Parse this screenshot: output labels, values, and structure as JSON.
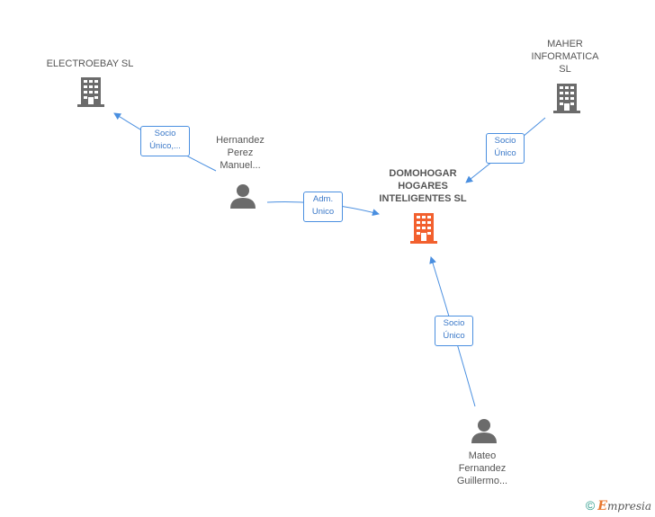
{
  "nodes": {
    "electroebay": {
      "label": "ELECTROEBAY SL",
      "kind": "company"
    },
    "maher": {
      "label": "MAHER\nINFORMATICA\nSL",
      "kind": "company"
    },
    "domohogar": {
      "label": "DOMOHOGAR\nHOGARES\nINTELIGENTES SL",
      "kind": "company-main"
    },
    "hernandez": {
      "label": "Hernandez\nPerez\nManuel...",
      "kind": "person"
    },
    "mateo": {
      "label": "Mateo\nFernandez\nGuillermo...",
      "kind": "person"
    }
  },
  "edges": {
    "hernandez_electroebay": "Socio\nÚnico,...",
    "maher_domohogar": "Socio\nÚnico",
    "hernandez_domohogar": "Adm.\nUnico",
    "mateo_domohogar": "Socio\nÚnico"
  },
  "colors": {
    "edge": "#4a8fe0",
    "company_icon": "#6b6b6b",
    "main_company_icon": "#f2602e",
    "person_icon": "#6b6b6b"
  },
  "footer": {
    "copyright": "©",
    "brand_initial": "E",
    "brand_rest": "mpresia"
  }
}
